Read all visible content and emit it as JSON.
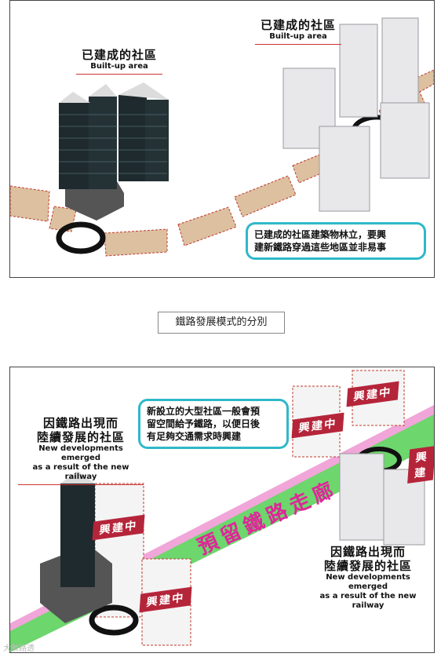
{
  "top_panel": {
    "label_left": {
      "zh": "已建成的社區",
      "en": "Built-up area"
    },
    "label_right": {
      "zh": "已建成的社區",
      "en": "Built-up area"
    },
    "bubble": [
      "已建成的社區建築物林立，要興",
      "建新鐵路穿過這些地區並非易事"
    ]
  },
  "caption": "鐵路發展模式的分別",
  "bottom_panel": {
    "label_left": {
      "zh1": "因鐵路出現而",
      "zh2": "陸續發展的社區",
      "en1": "New developments emerged",
      "en2": "as a result of the new railway"
    },
    "label_right": {
      "zh1": "因鐵路出現而",
      "zh2": "陸續發展的社區",
      "en1": "New developments emerged",
      "en2": "as a result of the new railway"
    },
    "bubble": [
      "新設立的大型社區一般會預",
      "留空間給予鐵路，以便日後",
      "有足夠交通需求時興建"
    ],
    "corridor": "預留鐵路走廊",
    "banner": "興建中",
    "banner_cut": "興建"
  },
  "watermark": "大數路透",
  "colors": {
    "track_fill": "#dcc0a0",
    "track_dash": "#c0392b",
    "green": "#6dd66d",
    "pink": "#f0a6d8",
    "bubble_border": "#2fb8c9",
    "banner": "#b5253a",
    "corridor_text": "#e0259a"
  }
}
